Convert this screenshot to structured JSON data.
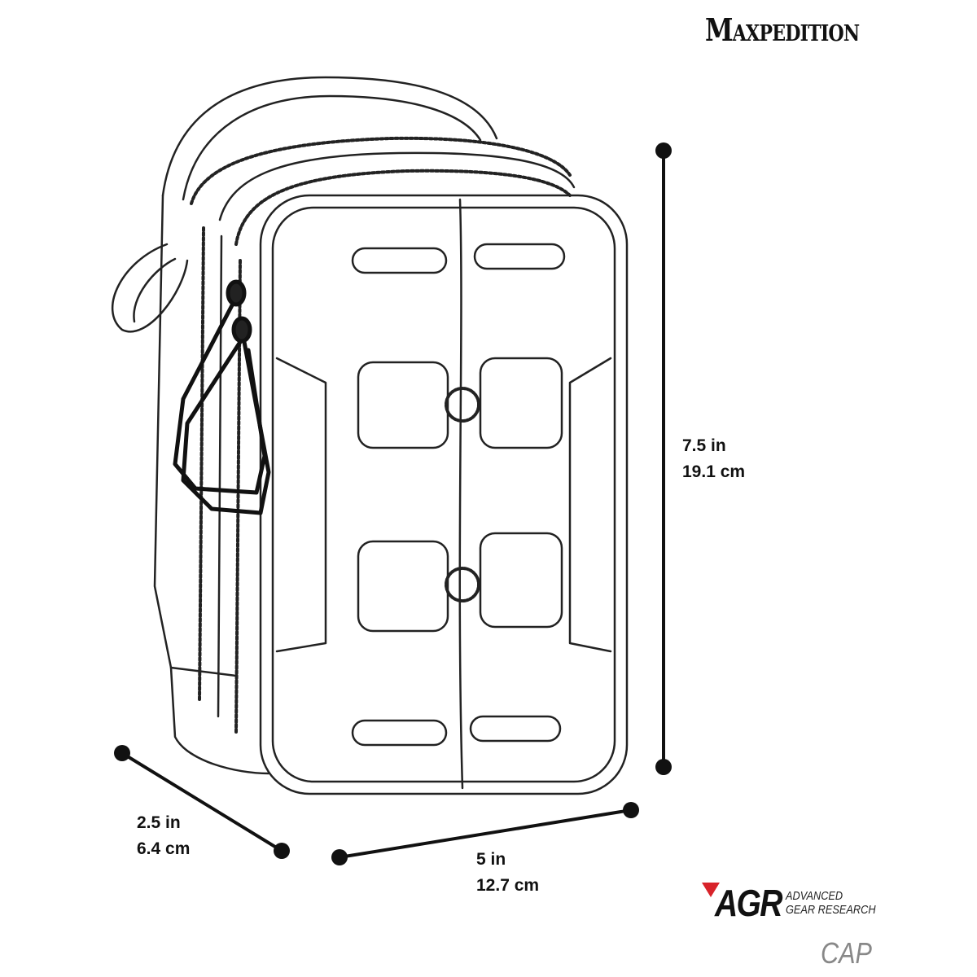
{
  "brand": {
    "name": "MAXPEDITION",
    "first_letter": "M",
    "rest": "AXPEDITION"
  },
  "dimensions": {
    "height": {
      "imperial": "7.5 in",
      "metric": "19.1 cm"
    },
    "depth": {
      "imperial": "2.5 in",
      "metric": "6.4 cm"
    },
    "width": {
      "imperial": "5 in",
      "metric": "12.7 cm"
    }
  },
  "series_logo": {
    "mark": "AGR",
    "line1": "Advanced",
    "line2": "Gear Research",
    "accent_color": "#d8232a"
  },
  "product": {
    "name": "CAP"
  }
}
